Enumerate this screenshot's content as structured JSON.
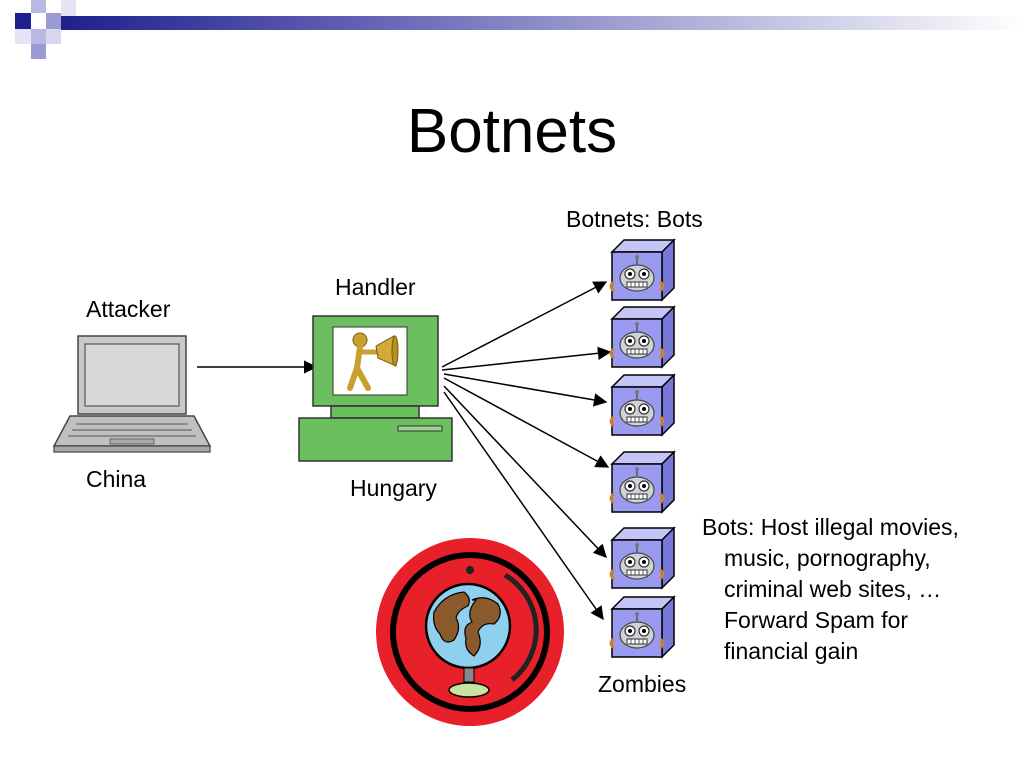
{
  "slide": {
    "title": "Botnets",
    "labels": {
      "botnets_bots": "Botnets: Bots",
      "handler": "Handler",
      "attacker": "Attacker",
      "china": "China",
      "hungary": "Hungary",
      "zombies": "Zombies"
    },
    "note_lines": [
      "Bots: Host illegal movies,",
      "music, pornography,",
      "criminal web sites, …",
      "Forward Spam for",
      "financial gain"
    ]
  },
  "colors": {
    "header_blue": "#1f1f8f",
    "header_light": "#9a9ad4",
    "monitor_green": "#6cbf5e",
    "bot_cube": "#9a9af0",
    "globe_ring": "#e8202a"
  },
  "icons": {
    "attacker": "laptop-icon",
    "handler": "desktop-computer-icon",
    "handler_screen": "megaphone-figure-icon",
    "bot": "robot-cube-icon",
    "world": "globe-icon"
  }
}
